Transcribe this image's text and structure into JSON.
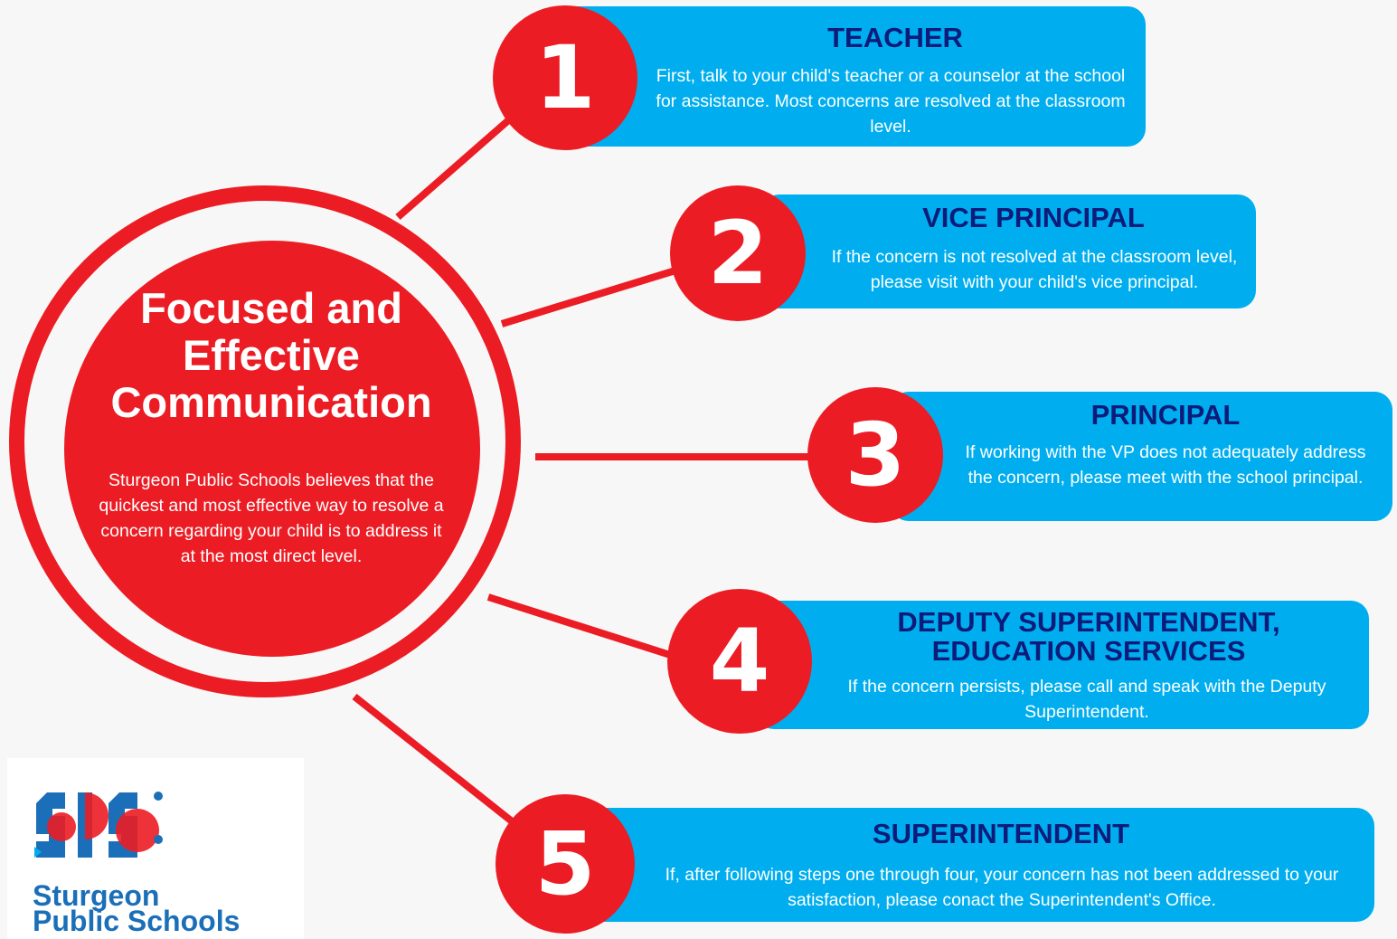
{
  "colors": {
    "accent_red": "#ec1c24",
    "box_blue": "#00aeef",
    "title_navy": "#0d1b7a",
    "background": "#f7f7f7",
    "logo_blue": "#1b6fb8"
  },
  "center": {
    "title": "Focused and\nEffective\nCommunication",
    "body": "Sturgeon Public Schools believes that the quickest and most effective way to resolve a concern regarding your child is to address it at the most direct level."
  },
  "steps": [
    {
      "number": "1",
      "title": "TEACHER",
      "text": "First, talk to your child's teacher or a counselor at the school for assistance. Most concerns are resolved at the classroom level."
    },
    {
      "number": "2",
      "title": "VICE PRINCIPAL",
      "text": "If the concern is not resolved at the classroom level, please visit with your child's vice principal."
    },
    {
      "number": "3",
      "title": "PRINCIPAL",
      "text": "If working with the VP does not adequately address the concern, please meet with the school principal."
    },
    {
      "number": "4",
      "title": "DEPUTY SUPERINTENDENT,\nEDUCATION SERVICES",
      "text": "If the concern persists, please call and speak with the Deputy Superintendent."
    },
    {
      "number": "5",
      "title": "SUPERINTENDENT",
      "text": "If, after following steps one through four, your concern has not been addressed to your satisfaction, please conact the Superintendent's Office."
    }
  ],
  "logo": {
    "mark": "SPS",
    "text": "Sturgeon\nPublic Schools"
  }
}
